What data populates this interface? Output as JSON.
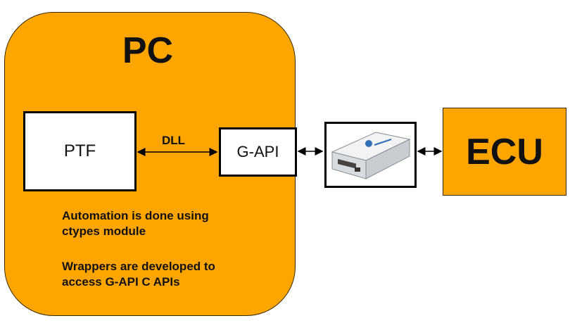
{
  "pc": {
    "title": "PC"
  },
  "ptf": {
    "label": "PTF"
  },
  "gapi": {
    "label": "G-API"
  },
  "ecu": {
    "label": "ECU"
  },
  "link": {
    "label": "DLL"
  },
  "notes": {
    "line1": "Automation is done using",
    "line2": "ctypes module",
    "line3": "Wrappers are developed to",
    "line4": "access G-API C APIs"
  },
  "colors": {
    "accent": "#FFA500",
    "device_body": "#E6E8EA",
    "device_logo": "#2F6FB8"
  }
}
